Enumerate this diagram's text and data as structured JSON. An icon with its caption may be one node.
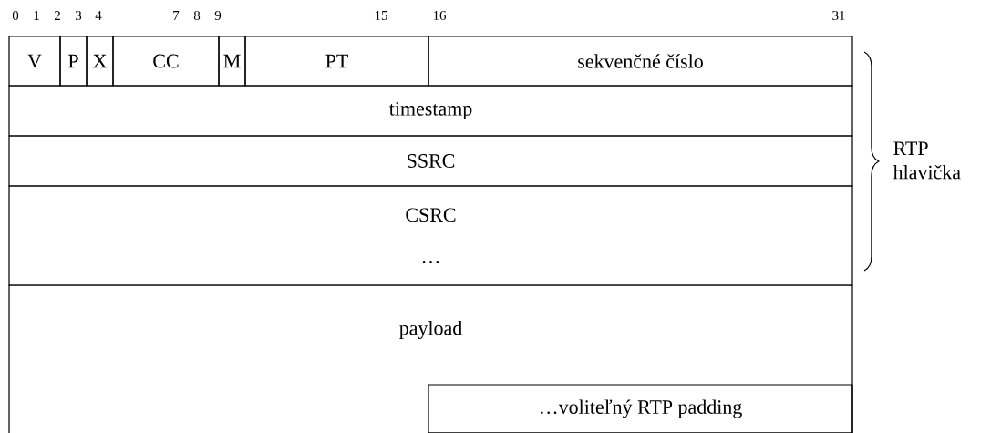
{
  "diagram": {
    "nodes": [
      {
        "text": [
          "V"
        ]
      },
      {
        "text": [
          "P"
        ]
      },
      {
        "text": [
          "X"
        ]
      },
      {
        "text": [
          "CC"
        ]
      },
      {
        "text": [
          "M"
        ]
      },
      {
        "text": [
          "PT"
        ]
      },
      {
        "text": [
          "sekvenčné číslo"
        ]
      },
      {
        "text": [
          "timestamp"
        ]
      },
      {
        "text": [
          "SSRC"
        ]
      },
      {
        "text": [
          "CSRC",
          "…"
        ]
      },
      {
        "text": [
          "payload"
        ]
      },
      {
        "text": [
          "…voliteľný RTP padding"
        ],
        "in": 10
      }
    ],
    "labels": [
      "0",
      "1",
      "2",
      "3",
      "4",
      "7",
      "8",
      "9",
      "15",
      "16",
      "31",
      "RTP hlavička"
    ]
  }
}
